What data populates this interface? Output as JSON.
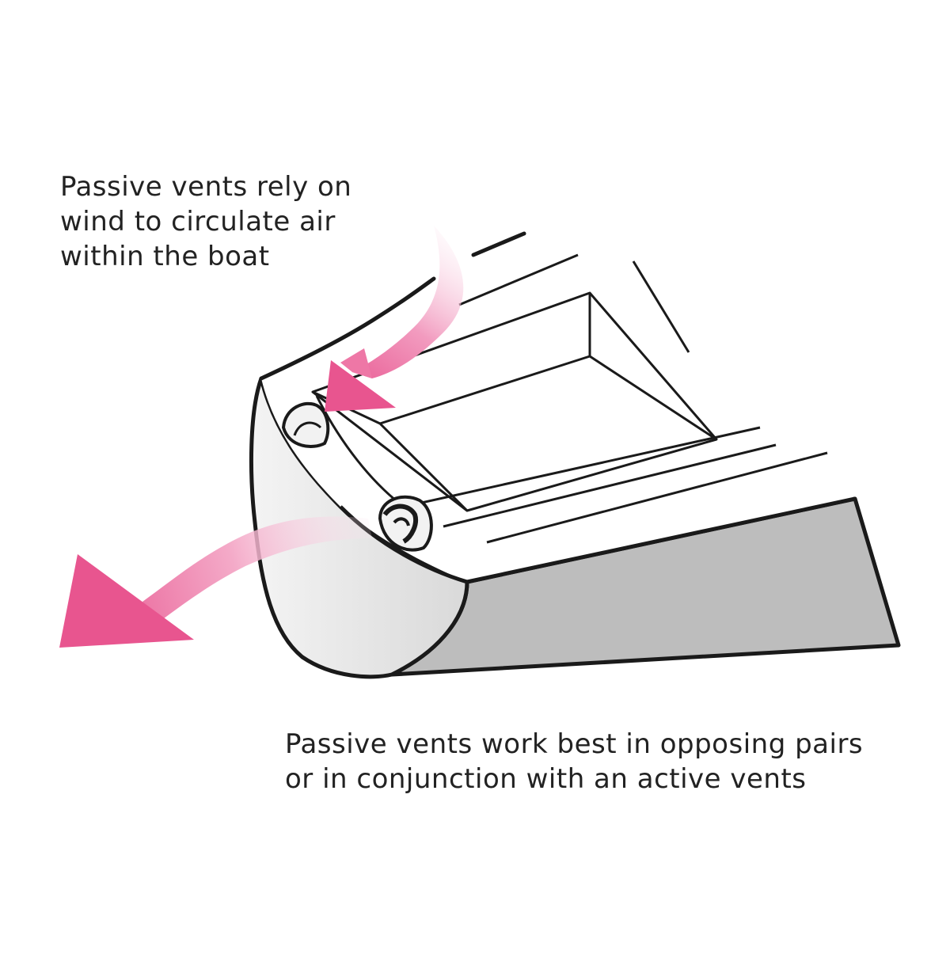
{
  "captions": {
    "top": {
      "lines": [
        "Passive vents rely on",
        "wind to circulate air",
        "within the boat"
      ]
    },
    "bottom": {
      "lines": [
        "Passive vents work best in opposing pairs",
        "or in conjunction with an active vents"
      ]
    }
  },
  "colors": {
    "arrow": "#e8558f",
    "arrow_fade": "#fbe3ee",
    "hull_side": "#bdbdbd",
    "bow": "#dcdcdc",
    "outline": "#1a1a1a"
  },
  "icons": {
    "intake_arrow": "pink-curved-arrow-in",
    "exhaust_arrow": "pink-curved-arrow-out",
    "vent": "clamshell-vent",
    "boat": "boat-bow-illustration"
  }
}
